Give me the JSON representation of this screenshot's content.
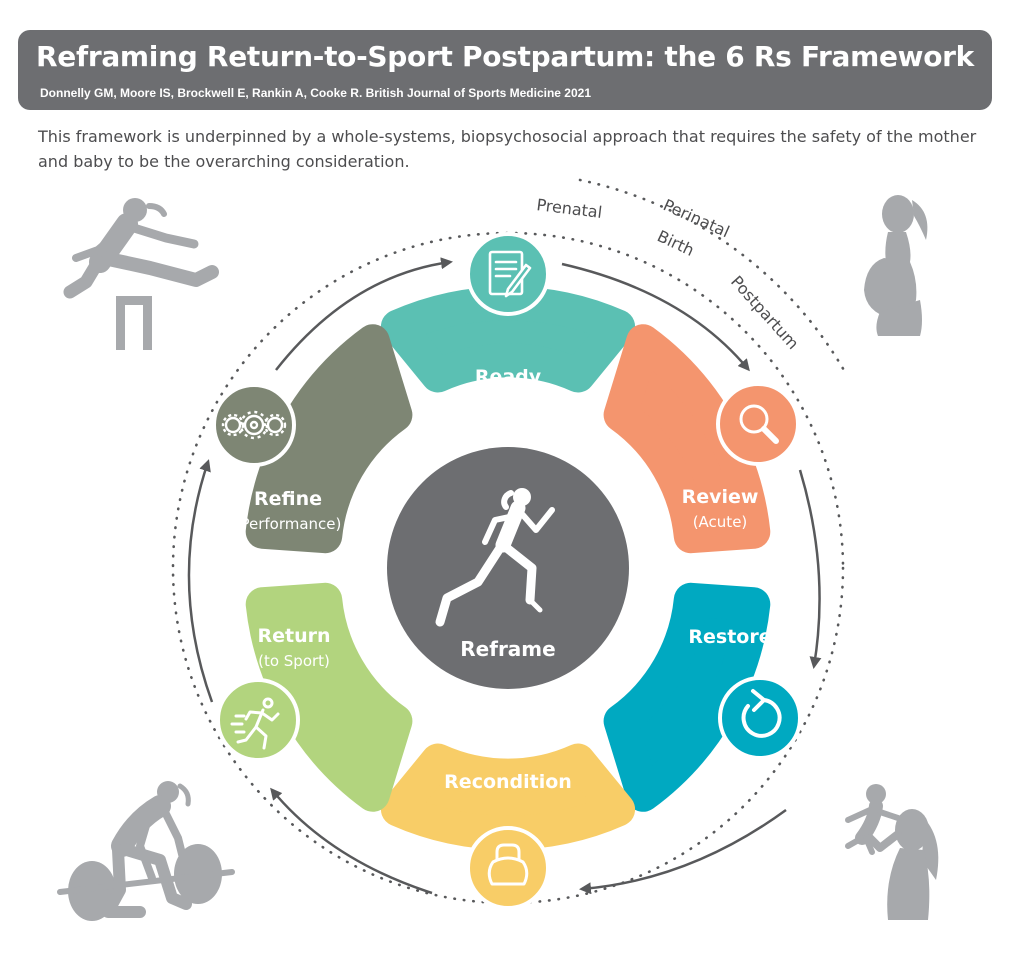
{
  "header": {
    "title": "Reframing Return-to-Sport Postpartum: the 6 Rs Framework",
    "citation": "Donnelly GM, Moore IS, Brockwell E, Rankin A, Cooke R. British Journal of Sports Medicine 2021"
  },
  "intro": "This framework is underpinned by a whole-systems, biopsychosocial approach that requires the safety of the mother and baby to be the overarching consideration.",
  "phases": {
    "prenatal": "Prenatal",
    "perinatal": "Perinatal",
    "birth": "Birth",
    "postpartum": "Postpartum"
  },
  "center": {
    "label": "Reframe",
    "icon": "running-woman-icon"
  },
  "segments": {
    "ready": {
      "label": "Ready",
      "sub": "",
      "color": "#5bc0b3",
      "icon": "document-pen-icon"
    },
    "review": {
      "label": "Review",
      "sub": "(Acute)",
      "color": "#f4956e",
      "icon": "magnifier-icon"
    },
    "restore": {
      "label": "Restore",
      "sub": "",
      "color": "#00a9c1",
      "icon": "restore-arrow-icon"
    },
    "recondition": {
      "label": "Recondition",
      "sub": "",
      "color": "#f8cd67",
      "icon": "kettlebell-icon"
    },
    "return": {
      "label": "Return",
      "sub": "(to Sport)",
      "color": "#b2d47e",
      "icon": "sprinter-icon"
    },
    "refine": {
      "label": "Refine",
      "sub": "(Performance)",
      "color": "#7e8674",
      "icon": "gears-icon"
    }
  },
  "colors": {
    "center": "#6d6e71",
    "silhouette": "#a7a9ac",
    "arrow": "#58595b",
    "header": "#6d6e71"
  },
  "decor_icons": [
    "hurdler-silhouette-icon",
    "pregnant-woman-silhouette-icon",
    "weightlifter-silhouette-icon",
    "mother-baby-silhouette-icon"
  ]
}
